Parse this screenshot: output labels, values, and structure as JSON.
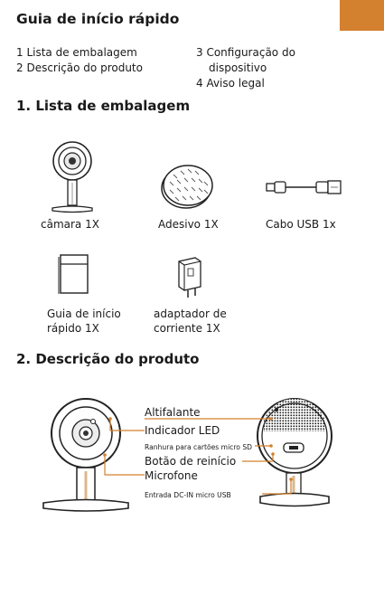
{
  "header": {
    "title": "Guia de início rápido",
    "accent_color": "#d3812f"
  },
  "toc": {
    "left": [
      "1 Lista de embalagem",
      "2 Descrição do produto"
    ],
    "right": [
      "3 Configuração do",
      "dispositivo",
      "4 Aviso legal"
    ]
  },
  "section1": {
    "title": "1. Lista de embalagem",
    "items": [
      {
        "icon": "camera-icon",
        "label": "câmara 1X"
      },
      {
        "icon": "adhesive-pad-icon",
        "label": "Adesivo 1X"
      },
      {
        "icon": "usb-cable-icon",
        "label": "Cabo USB 1x"
      },
      {
        "icon": "guide-booklet-icon",
        "label_lines": [
          "Guia de início",
          "rápido  1X"
        ]
      },
      {
        "icon": "power-adapter-icon",
        "label_lines": [
          "adaptador de",
          "corriente  1X"
        ]
      }
    ]
  },
  "section2": {
    "title": "2. Descrição do produto",
    "callouts": [
      "Altifalante",
      "Indicador LED",
      "Ranhura para cartões micro SD",
      "Botão de reinício",
      "Microfone",
      "Entrada DC-IN micro USB"
    ]
  }
}
